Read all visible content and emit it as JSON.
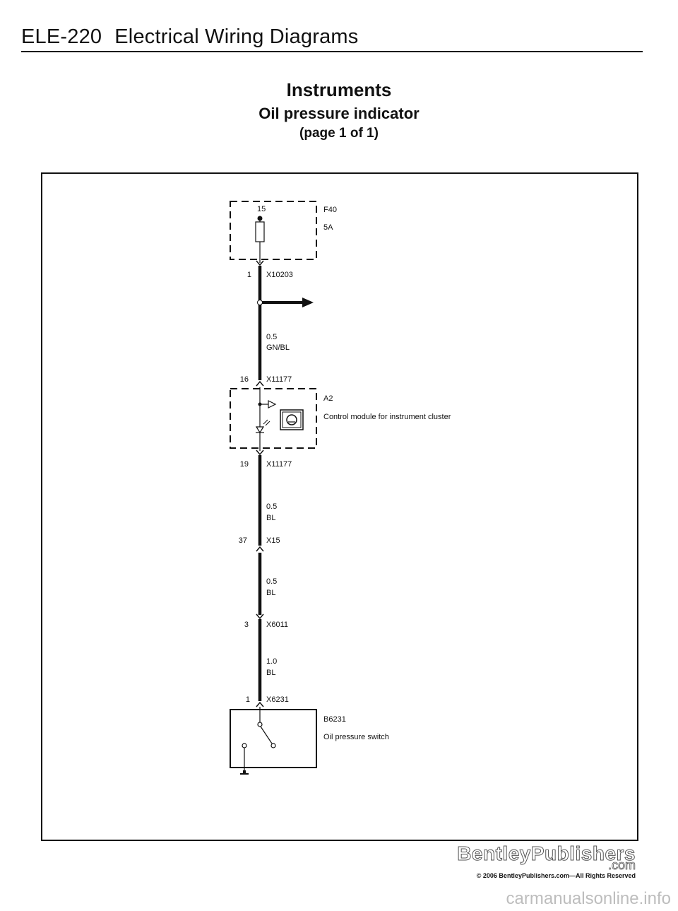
{
  "header": {
    "code": "ELE-220",
    "title": "Electrical Wiring Diagrams"
  },
  "titles": {
    "main": "Instruments",
    "sub": "Oil pressure indicator",
    "page": "(page 1 of 1)"
  },
  "fuse": {
    "terminal": "15",
    "name": "F40",
    "rating": "5A"
  },
  "connectors": [
    {
      "pin": "1",
      "name": "X10203"
    },
    {
      "pin": "16",
      "name": "X11177"
    },
    {
      "pin": "19",
      "name": "X11177"
    },
    {
      "pin": "37",
      "name": "X15"
    },
    {
      "pin": "3",
      "name": "X6011"
    },
    {
      "pin": "1",
      "name": "X6231"
    }
  ],
  "wires": [
    {
      "size": "0.5",
      "color": "GN/BL"
    },
    {
      "size": "0.5",
      "color": "BL"
    },
    {
      "size": "0.5",
      "color": "BL"
    },
    {
      "size": "1.0",
      "color": "BL"
    }
  ],
  "module": {
    "name": "A2",
    "description": "Control module for instrument cluster"
  },
  "switch": {
    "name": "B6231",
    "description": "Oil pressure  switch"
  },
  "footer": {
    "brand": "BentleyPublishers",
    "brand_suffix": ".com",
    "copyright": "© 2006 BentleyPublishers.com—All Rights Reserved",
    "watermark": "carmanualsonline.info"
  }
}
